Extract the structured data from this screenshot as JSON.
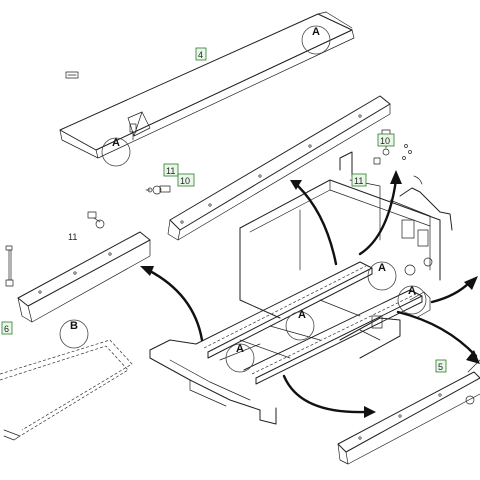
{
  "callouts": {
    "part_4": "4",
    "part_5": "5",
    "part_6": "6",
    "part_10_top": "10",
    "part_10_left": "10",
    "part_11_left": "11",
    "part_11_right": "11",
    "part_11_plain": "11"
  },
  "details": {
    "a_top": "A",
    "a_left": "A",
    "a_center": "A",
    "a_lower_left": "A",
    "a_right_frame": "A",
    "a_frame_top": "A",
    "b": "B"
  }
}
